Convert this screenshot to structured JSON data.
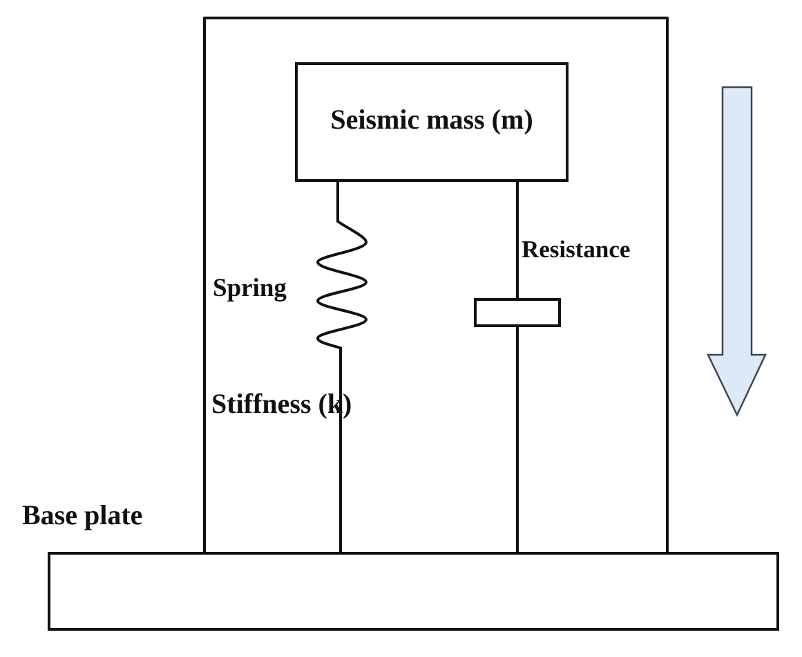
{
  "labels": {
    "seismic_mass": "Seismic mass (m)",
    "resistance": "Resistance",
    "spring": "Spring",
    "stiffness": "Stiffness (k)",
    "base_plate": "Base plate"
  },
  "colors": {
    "line": "#111111",
    "arrow_fill": "#dde9f6",
    "arrow_stroke": "#3c4650",
    "background": "#ffffff"
  },
  "arrow": {
    "direction": "down"
  }
}
